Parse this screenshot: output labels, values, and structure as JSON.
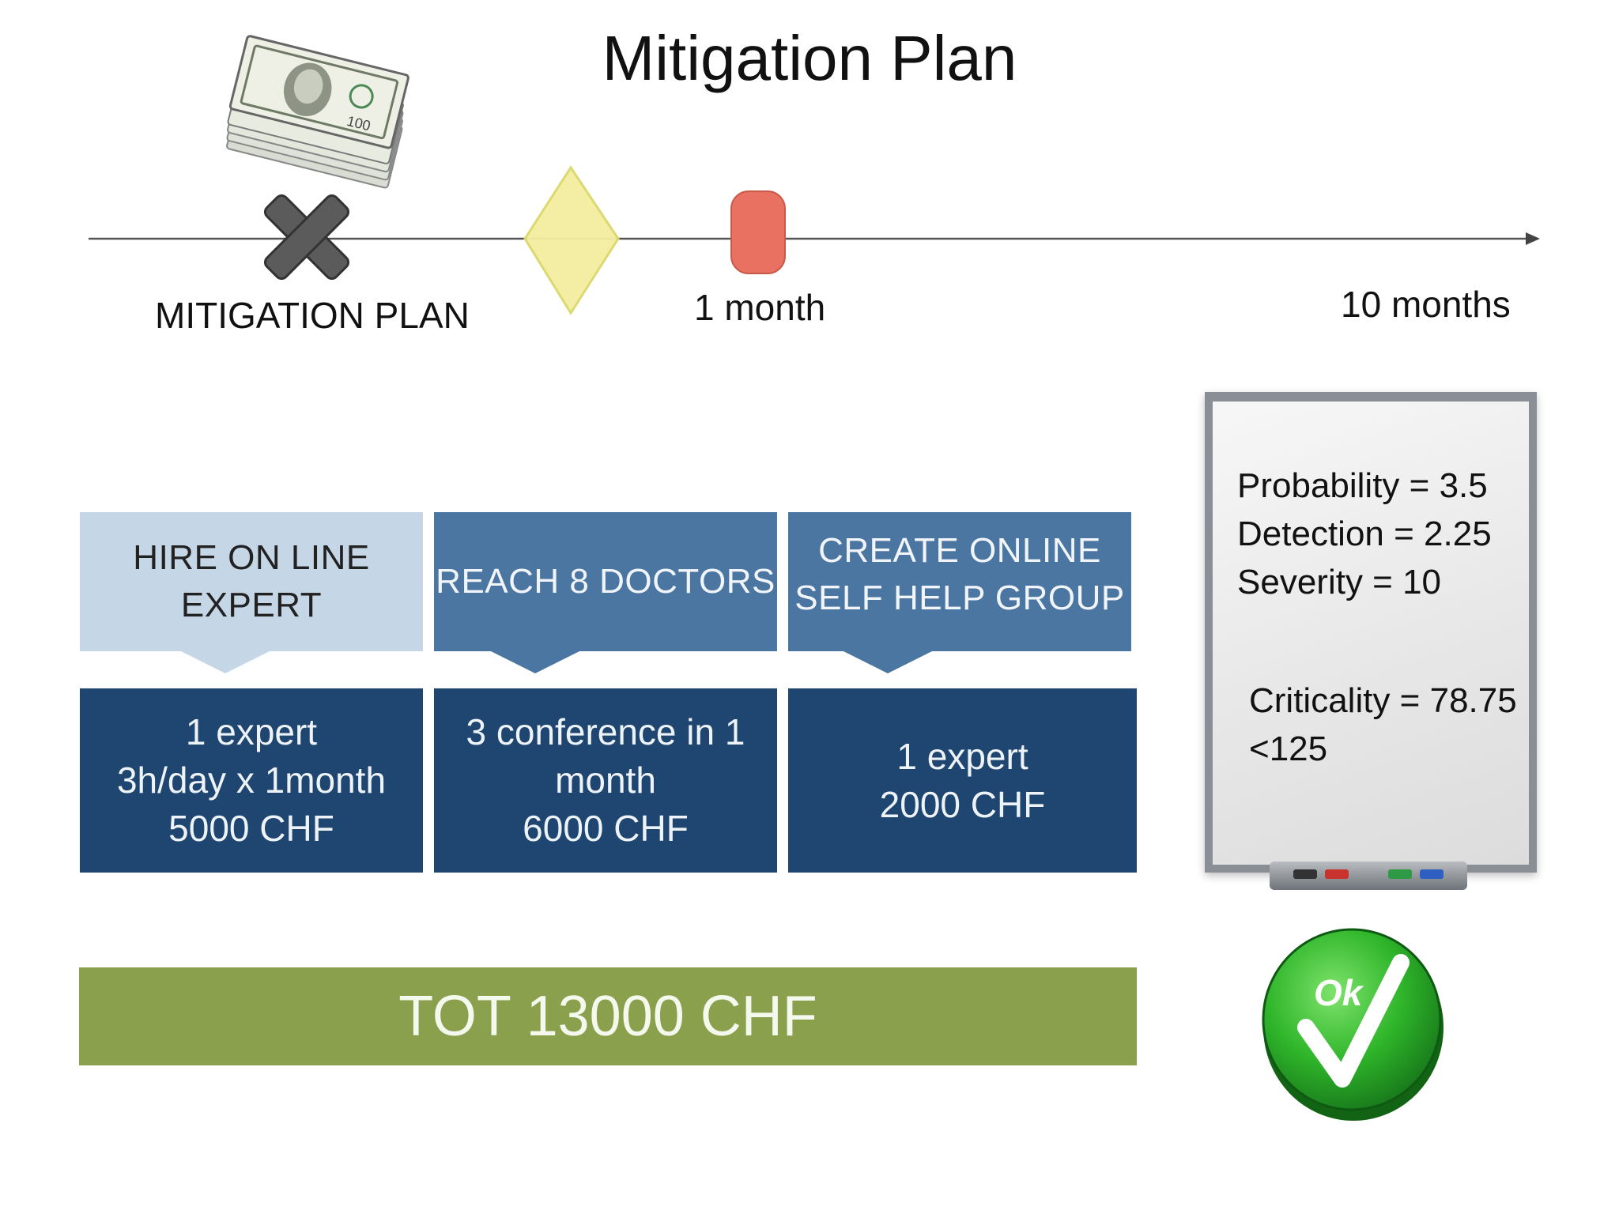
{
  "title": "Mitigation Plan",
  "timeline": {
    "labels": {
      "start": "MITIGATION PLAN",
      "one_month": "1 month",
      "ten_months": "10 months"
    },
    "icons": {
      "cross": "x-mark-icon",
      "diamond": "diamond-milestone-icon",
      "milestone": "red-milestone-icon",
      "money": "money-stack-icon"
    }
  },
  "actions": [
    {
      "header": [
        "HIRE ON LINE",
        "EXPERT"
      ],
      "details": [
        "1 expert",
        "3h/day x 1month",
        "5000 CHF"
      ]
    },
    {
      "header": [
        "REACH 8 DOCTORS"
      ],
      "details": [
        "3 conference in 1",
        "month",
        "6000 CHF"
      ]
    },
    {
      "header": [
        "CREATE ONLINE",
        "SELF HELP GROUP"
      ],
      "details": [
        "1 expert",
        "2000 CHF"
      ]
    }
  ],
  "total": "TOT 13000 CHF",
  "whiteboard": {
    "probability": "Probability = 3.5",
    "detection": "Detection = 2.25",
    "severity": "Severity = 10",
    "criticality": "Criticality = 78.75",
    "threshold": "<125"
  },
  "ok_badge": {
    "text": "Ok",
    "icon": "ok-check-icon"
  },
  "colors": {
    "light_box": "#c5d6e6",
    "mid_box": "#4b76a2",
    "dark_box": "#1e4670",
    "total_bar": "#8aa04c",
    "milestone_red": "#e87161",
    "diamond_yellow": "#f3eea0",
    "ok_green": "#2fb52a"
  }
}
